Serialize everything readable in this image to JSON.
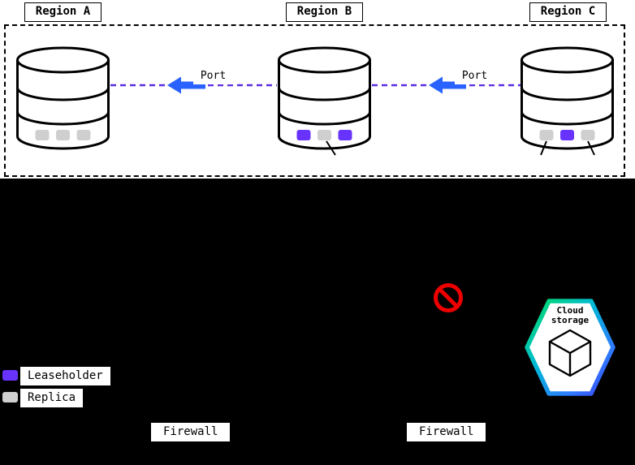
{
  "regions": [
    {
      "label": "Region A",
      "squares": [
        "replica",
        "replica",
        "replica"
      ]
    },
    {
      "label": "Region B",
      "squares": [
        "leaseholder",
        "replica",
        "leaseholder"
      ]
    },
    {
      "label": "Region C",
      "squares": [
        "replica",
        "leaseholder",
        "replica"
      ]
    }
  ],
  "connections": [
    {
      "port_label": "Port"
    },
    {
      "port_label": "Port"
    }
  ],
  "legend": {
    "items": [
      {
        "kind": "leaseholder",
        "label": "Leaseholder"
      },
      {
        "kind": "replica",
        "label": "Replica"
      }
    ]
  },
  "cloud_storage": {
    "line1": "Cloud",
    "line2": "storage"
  },
  "firewalls": [
    {
      "label": "Firewall"
    },
    {
      "label": "Firewall"
    }
  ],
  "icons": {
    "database": "stacked-cylinder-database",
    "connection_arrow": "thick-left-arrow",
    "prohibited": "no-entry-circle-with-slash",
    "cloud_storage": "gradient-hexagon-with-wireframe-cube"
  },
  "colors": {
    "background": "#000000",
    "canvas": "#ffffff",
    "leaseholder": "#6933ff",
    "replica": "#cfcfcf",
    "connection_dash": "#5b2ee0",
    "arrow": "#2962ff",
    "prohibited": "#ee0000",
    "hex_border_start": "#00e05f",
    "hex_border_mid": "#00b9d6",
    "hex_border_end": "#3c3cf0"
  }
}
